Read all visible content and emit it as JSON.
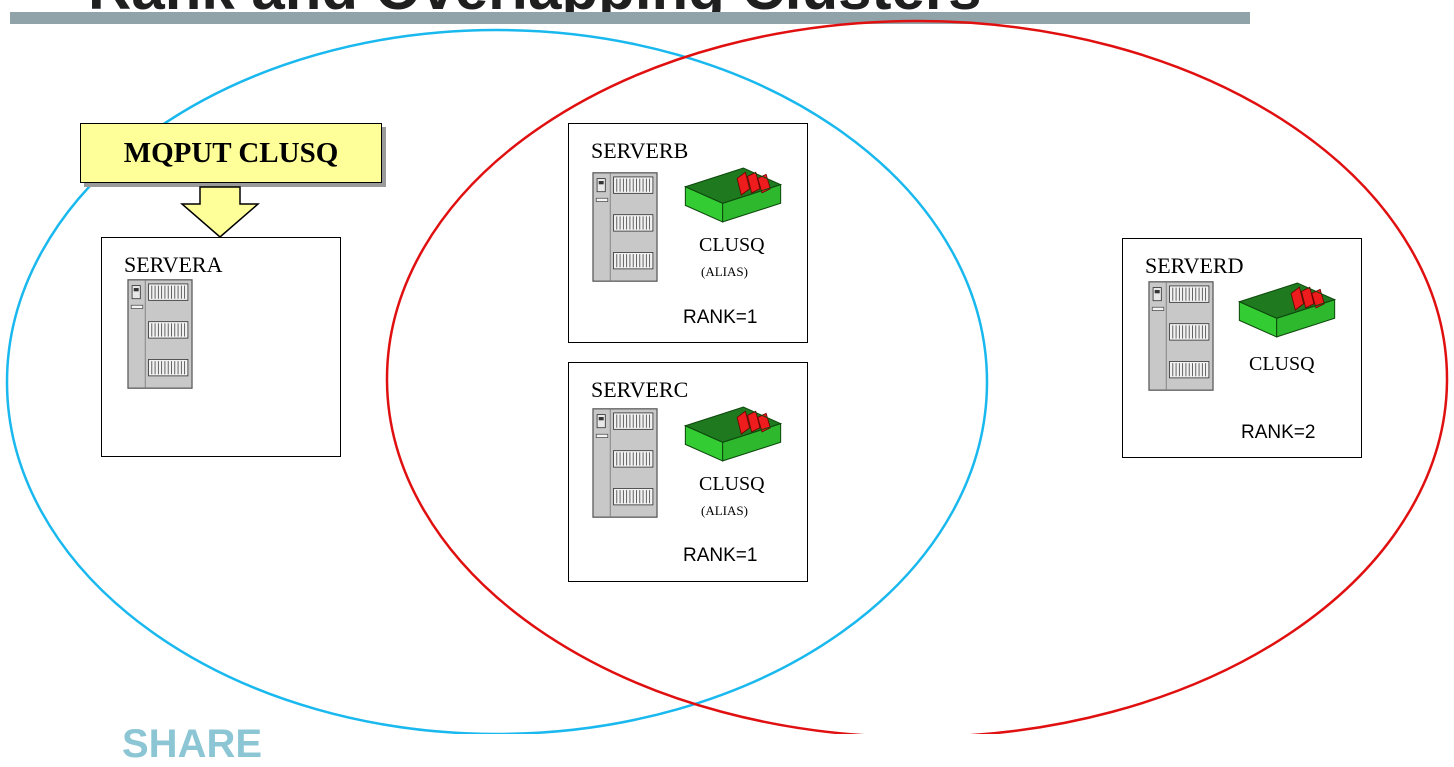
{
  "title": "Rank and Overlapping Clusters",
  "mqput_label": "MQPUT CLUSQ",
  "logo": "SHARE",
  "colors": {
    "cluster_one": "#19b8ee",
    "cluster_two": "#e01010",
    "title_bar": "#8fa3a9",
    "callout_fill": "#ffff99",
    "queue_green": "#33cc33",
    "queue_red": "#ee1c1c"
  },
  "icons": {
    "server": "server-tower-icon",
    "queue": "message-queue-tray-icon",
    "arrow": "down-arrow-icon"
  },
  "servers": [
    {
      "name": "SERVERA"
    },
    {
      "name": "SERVERB",
      "queue": "CLUSQ",
      "alias": "(ALIAS)",
      "rank": "RANK=1"
    },
    {
      "name": "SERVERC",
      "queue": "CLUSQ",
      "alias": "(ALIAS)",
      "rank": "RANK=1"
    },
    {
      "name": "SERVERD",
      "queue": "CLUSQ",
      "rank": "RANK=2"
    }
  ]
}
